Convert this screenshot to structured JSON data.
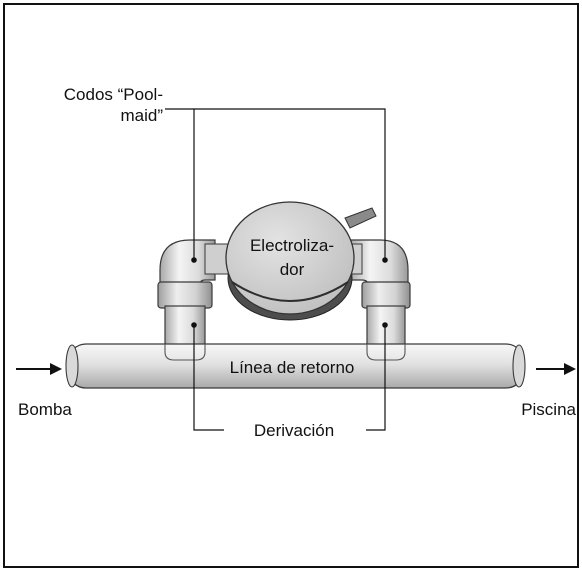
{
  "labels": {
    "elbows_line1": "Codos “Pool-",
    "elbows_line2": "maid”",
    "electrolyzer_line1": "Electroliza-",
    "electrolyzer_line2": "dor",
    "return_line": "Línea de retorno",
    "bypass": "Derivación",
    "pump": "Bomba",
    "pool": "Piscina"
  },
  "colors": {
    "frame": "#111111",
    "pipe_fill": "#e6e6e6",
    "pipe_shade": "#b5b5b5",
    "pipe_outline": "#3a3a3a",
    "electrolyzer_fill": "#d0d0d0",
    "electrolyzer_dark": "#505050"
  }
}
